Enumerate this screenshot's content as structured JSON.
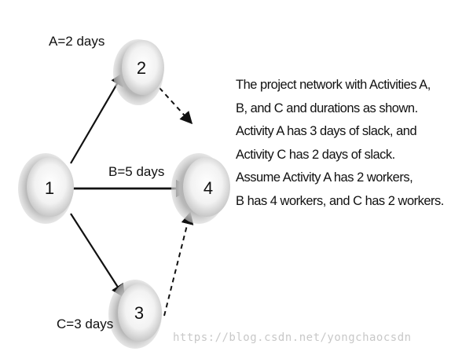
{
  "diagram": {
    "nodes": [
      {
        "id": "1",
        "label": "1"
      },
      {
        "id": "2",
        "label": "2"
      },
      {
        "id": "3",
        "label": "3"
      },
      {
        "id": "4",
        "label": "4"
      }
    ],
    "edges": [
      {
        "from": "1",
        "to": "2",
        "style": "solid",
        "label": "A=2 days"
      },
      {
        "from": "1",
        "to": "4",
        "style": "solid",
        "label": "B=5 days"
      },
      {
        "from": "1",
        "to": "3",
        "style": "solid",
        "label": "C=3 days"
      },
      {
        "from": "2",
        "to": "4",
        "style": "dashed",
        "label": ""
      },
      {
        "from": "3",
        "to": "4",
        "style": "dashed",
        "label": ""
      }
    ]
  },
  "description": {
    "lines": [
      "The project network with Activities A,",
      "B, and C and durations as shown.",
      "Activity A has 3 days of slack, and",
      "Activity C has 2 days of slack.",
      "Assume Activity A has  2 workers,",
      "B has 4 workers, and C has 2 workers."
    ]
  },
  "watermark": "https://blog.csdn.net/yongchaocsdn"
}
